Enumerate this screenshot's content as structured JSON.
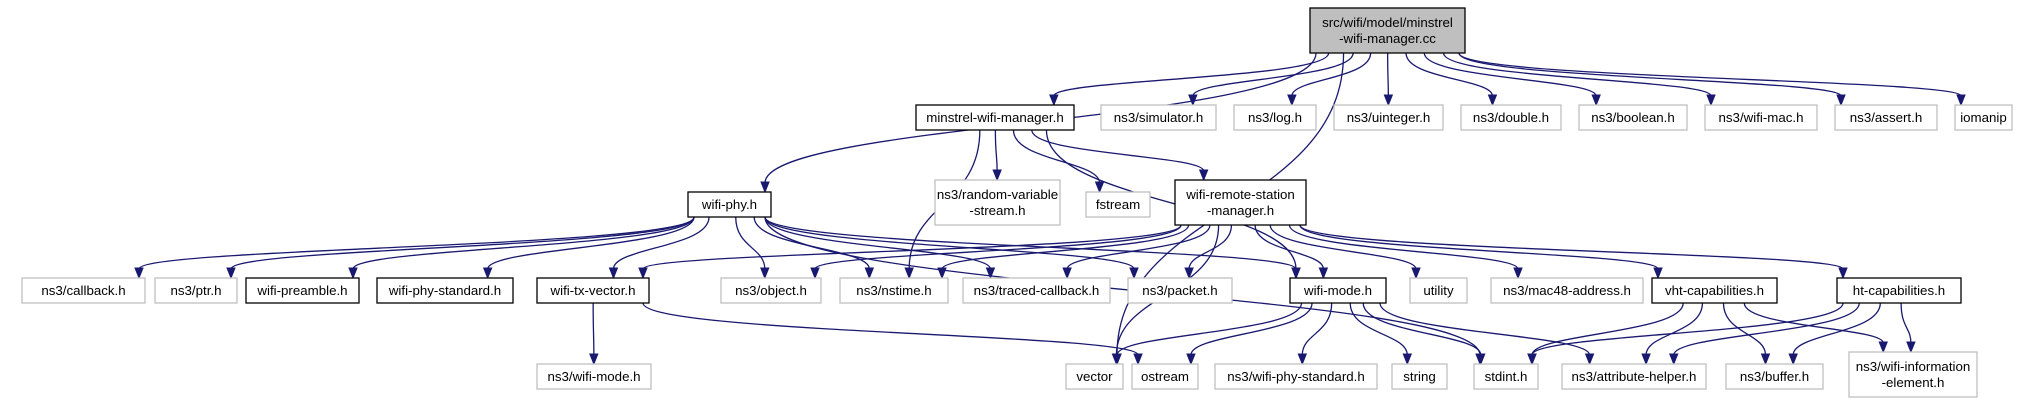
{
  "graph": {
    "edge_color": "#191970",
    "root_fill": "#bfbfbf",
    "nodes": [
      {
        "id": "root",
        "style": "root",
        "lines": [
          "src/wifi/model/minstrel",
          "-wifi-manager.cc"
        ]
      },
      {
        "id": "minstrel_wifi_manager_h",
        "style": "black",
        "lines": [
          "minstrel-wifi-manager.h"
        ]
      },
      {
        "id": "ns3_simulator_h",
        "style": "gray",
        "lines": [
          "ns3/simulator.h"
        ]
      },
      {
        "id": "ns3_log_h",
        "style": "gray",
        "lines": [
          "ns3/log.h"
        ]
      },
      {
        "id": "ns3_uinteger_h",
        "style": "gray",
        "lines": [
          "ns3/uinteger.h"
        ]
      },
      {
        "id": "ns3_double_h",
        "style": "gray",
        "lines": [
          "ns3/double.h"
        ]
      },
      {
        "id": "ns3_boolean_h",
        "style": "gray",
        "lines": [
          "ns3/boolean.h"
        ]
      },
      {
        "id": "ns3_wifi_mac_h",
        "style": "gray",
        "lines": [
          "ns3/wifi-mac.h"
        ]
      },
      {
        "id": "ns3_assert_h",
        "style": "gray",
        "lines": [
          "ns3/assert.h"
        ]
      },
      {
        "id": "iomanip",
        "style": "gray",
        "lines": [
          "iomanip"
        ]
      },
      {
        "id": "wifi_phy_h",
        "style": "black",
        "lines": [
          "wifi-phy.h"
        ]
      },
      {
        "id": "ns3_random_variable_stream_h",
        "style": "gray",
        "lines": [
          "ns3/random-variable",
          "-stream.h"
        ]
      },
      {
        "id": "fstream",
        "style": "gray",
        "lines": [
          "fstream"
        ]
      },
      {
        "id": "wifi_remote_station_manager_h",
        "style": "black",
        "lines": [
          "wifi-remote-station",
          "-manager.h"
        ]
      },
      {
        "id": "ns3_callback_h",
        "style": "gray",
        "lines": [
          "ns3/callback.h"
        ]
      },
      {
        "id": "ns3_ptr_h",
        "style": "gray",
        "lines": [
          "ns3/ptr.h"
        ]
      },
      {
        "id": "wifi_preamble_h",
        "style": "black",
        "lines": [
          "wifi-preamble.h"
        ]
      },
      {
        "id": "wifi_phy_standard_h",
        "style": "black",
        "lines": [
          "wifi-phy-standard.h"
        ]
      },
      {
        "id": "wifi_tx_vector_h",
        "style": "black",
        "lines": [
          "wifi-tx-vector.h"
        ]
      },
      {
        "id": "ns3_object_h",
        "style": "gray",
        "lines": [
          "ns3/object.h"
        ]
      },
      {
        "id": "ns3_nstime_h",
        "style": "gray",
        "lines": [
          "ns3/nstime.h"
        ]
      },
      {
        "id": "ns3_traced_callback_h",
        "style": "gray",
        "lines": [
          "ns3/traced-callback.h"
        ]
      },
      {
        "id": "ns3_packet_h",
        "style": "gray",
        "lines": [
          "ns3/packet.h"
        ]
      },
      {
        "id": "wifi_mode_h",
        "style": "black",
        "lines": [
          "wifi-mode.h"
        ]
      },
      {
        "id": "utility",
        "style": "gray",
        "lines": [
          "utility"
        ]
      },
      {
        "id": "ns3_mac48_address_h",
        "style": "gray",
        "lines": [
          "ns3/mac48-address.h"
        ]
      },
      {
        "id": "vht_capabilities_h",
        "style": "black",
        "lines": [
          "vht-capabilities.h"
        ]
      },
      {
        "id": "ht_capabilities_h",
        "style": "black",
        "lines": [
          "ht-capabilities.h"
        ]
      },
      {
        "id": "ns3_wifi_mode_h",
        "style": "gray",
        "lines": [
          "ns3/wifi-mode.h"
        ]
      },
      {
        "id": "vector",
        "style": "gray",
        "lines": [
          "vector"
        ]
      },
      {
        "id": "ostream",
        "style": "gray",
        "lines": [
          "ostream"
        ]
      },
      {
        "id": "ns3_wifi_phy_standard_h",
        "style": "gray",
        "lines": [
          "ns3/wifi-phy-standard.h"
        ]
      },
      {
        "id": "string",
        "style": "gray",
        "lines": [
          "string"
        ]
      },
      {
        "id": "stdint_h",
        "style": "gray",
        "lines": [
          "stdint.h"
        ]
      },
      {
        "id": "ns3_attribute_helper_h",
        "style": "gray",
        "lines": [
          "ns3/attribute-helper.h"
        ]
      },
      {
        "id": "ns3_buffer_h",
        "style": "gray",
        "lines": [
          "ns3/buffer.h"
        ]
      },
      {
        "id": "ns3_wifi_information_element_h",
        "style": "gray",
        "lines": [
          "ns3/wifi-information",
          "-element.h"
        ]
      }
    ],
    "edges": [
      [
        "root",
        "minstrel_wifi_manager_h"
      ],
      [
        "root",
        "ns3_simulator_h"
      ],
      [
        "root",
        "ns3_log_h"
      ],
      [
        "root",
        "ns3_uinteger_h"
      ],
      [
        "root",
        "ns3_double_h"
      ],
      [
        "root",
        "ns3_boolean_h"
      ],
      [
        "root",
        "ns3_wifi_mac_h"
      ],
      [
        "root",
        "ns3_assert_h"
      ],
      [
        "root",
        "iomanip"
      ],
      [
        "root",
        "wifi_phy_h"
      ],
      [
        "root",
        "vector"
      ],
      [
        "minstrel_wifi_manager_h",
        "ns3_random_variable_stream_h"
      ],
      [
        "minstrel_wifi_manager_h",
        "fstream"
      ],
      [
        "minstrel_wifi_manager_h",
        "wifi_remote_station_manager_h"
      ],
      [
        "minstrel_wifi_manager_h",
        "ns3_nstime_h"
      ],
      [
        "minstrel_wifi_manager_h",
        "wifi_mode_h"
      ],
      [
        "wifi_phy_h",
        "ns3_callback_h"
      ],
      [
        "wifi_phy_h",
        "ns3_ptr_h"
      ],
      [
        "wifi_phy_h",
        "wifi_preamble_h"
      ],
      [
        "wifi_phy_h",
        "wifi_phy_standard_h"
      ],
      [
        "wifi_phy_h",
        "wifi_tx_vector_h"
      ],
      [
        "wifi_phy_h",
        "ns3_object_h"
      ],
      [
        "wifi_phy_h",
        "ns3_nstime_h"
      ],
      [
        "wifi_phy_h",
        "ns3_traced_callback_h"
      ],
      [
        "wifi_phy_h",
        "ns3_packet_h"
      ],
      [
        "wifi_phy_h",
        "wifi_mode_h"
      ],
      [
        "wifi_phy_h",
        "stdint_h"
      ],
      [
        "wifi_remote_station_manager_h",
        "wifi_tx_vector_h"
      ],
      [
        "wifi_remote_station_manager_h",
        "ns3_object_h"
      ],
      [
        "wifi_remote_station_manager_h",
        "ns3_nstime_h"
      ],
      [
        "wifi_remote_station_manager_h",
        "ns3_traced_callback_h"
      ],
      [
        "wifi_remote_station_manager_h",
        "ns3_packet_h"
      ],
      [
        "wifi_remote_station_manager_h",
        "wifi_mode_h"
      ],
      [
        "wifi_remote_station_manager_h",
        "utility"
      ],
      [
        "wifi_remote_station_manager_h",
        "ns3_mac48_address_h"
      ],
      [
        "wifi_remote_station_manager_h",
        "vht_capabilities_h"
      ],
      [
        "wifi_remote_station_manager_h",
        "ht_capabilities_h"
      ],
      [
        "wifi_remote_station_manager_h",
        "vector"
      ],
      [
        "wifi_tx_vector_h",
        "ns3_wifi_mode_h"
      ],
      [
        "wifi_tx_vector_h",
        "ostream"
      ],
      [
        "wifi_mode_h",
        "vector"
      ],
      [
        "wifi_mode_h",
        "ostream"
      ],
      [
        "wifi_mode_h",
        "ns3_wifi_phy_standard_h"
      ],
      [
        "wifi_mode_h",
        "string"
      ],
      [
        "wifi_mode_h",
        "stdint_h"
      ],
      [
        "wifi_mode_h",
        "ns3_attribute_helper_h"
      ],
      [
        "vht_capabilities_h",
        "stdint_h"
      ],
      [
        "vht_capabilities_h",
        "ns3_attribute_helper_h"
      ],
      [
        "vht_capabilities_h",
        "ns3_buffer_h"
      ],
      [
        "vht_capabilities_h",
        "ns3_wifi_information_element_h"
      ],
      [
        "ht_capabilities_h",
        "stdint_h"
      ],
      [
        "ht_capabilities_h",
        "ns3_attribute_helper_h"
      ],
      [
        "ht_capabilities_h",
        "ns3_buffer_h"
      ],
      [
        "ht_capabilities_h",
        "ns3_wifi_information_element_h"
      ]
    ]
  }
}
